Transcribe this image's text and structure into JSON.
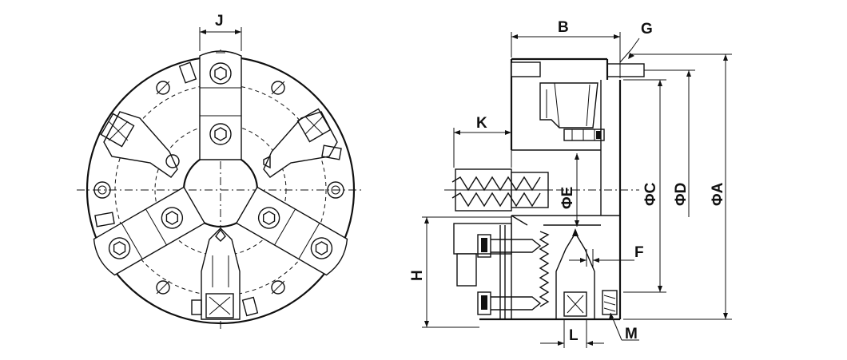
{
  "labels": {
    "J": "J",
    "B": "B",
    "G": "G",
    "K": "K",
    "phiE": "ΦE",
    "phiC": "ΦC",
    "phiD": "ΦD",
    "phiA": "ΦA",
    "F": "F",
    "H": "H",
    "L": "L",
    "M": "M"
  },
  "colors": {
    "ink": "#111111",
    "paper": "#ffffff"
  }
}
